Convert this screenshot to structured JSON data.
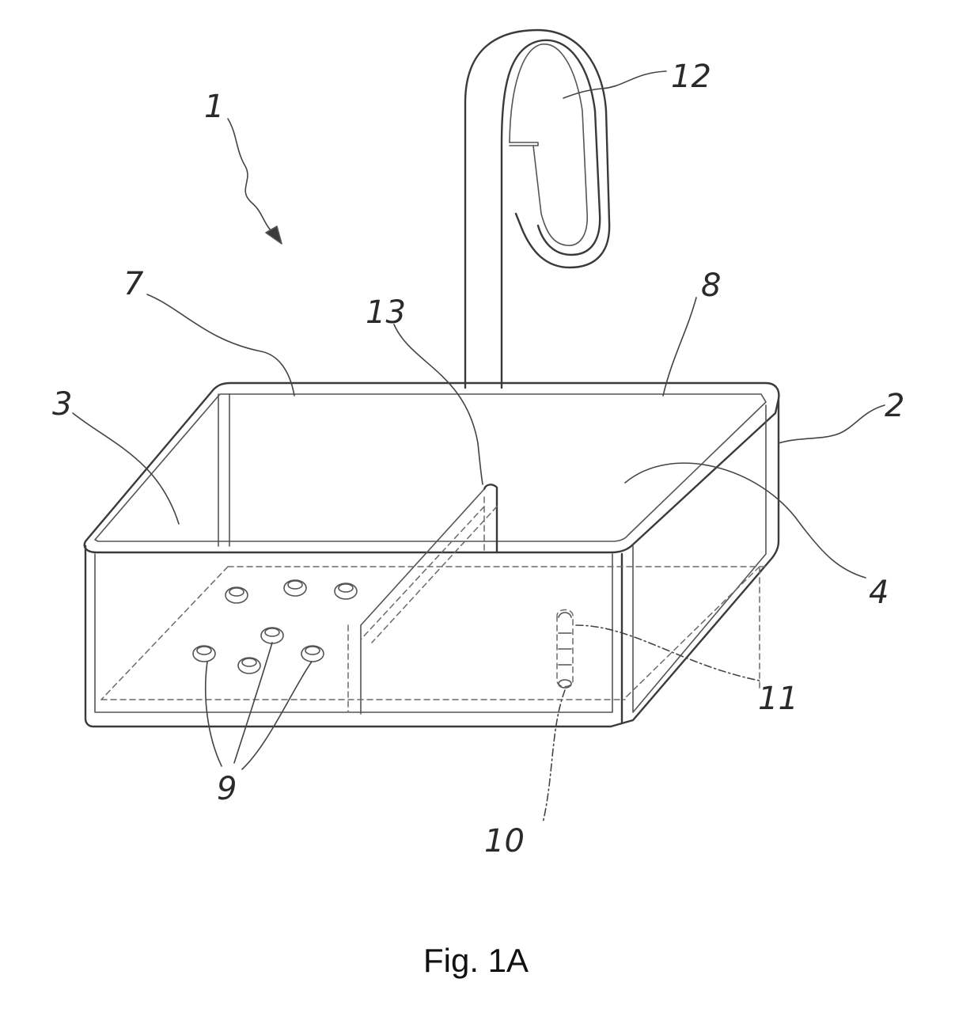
{
  "figure": {
    "caption": "Fig. 1A",
    "reference_numerals": {
      "assembly": "1",
      "side_wall_right": "2",
      "side_wall_left": "3",
      "compartment_right": "4",
      "back_wall_left": "7",
      "back_wall_right": "8",
      "holes": "9",
      "slot_lower": "10",
      "slot_upper": "11",
      "hook": "12",
      "divider": "13"
    },
    "colors": {
      "line": "#3a3a3a",
      "background": "#ffffff"
    }
  }
}
